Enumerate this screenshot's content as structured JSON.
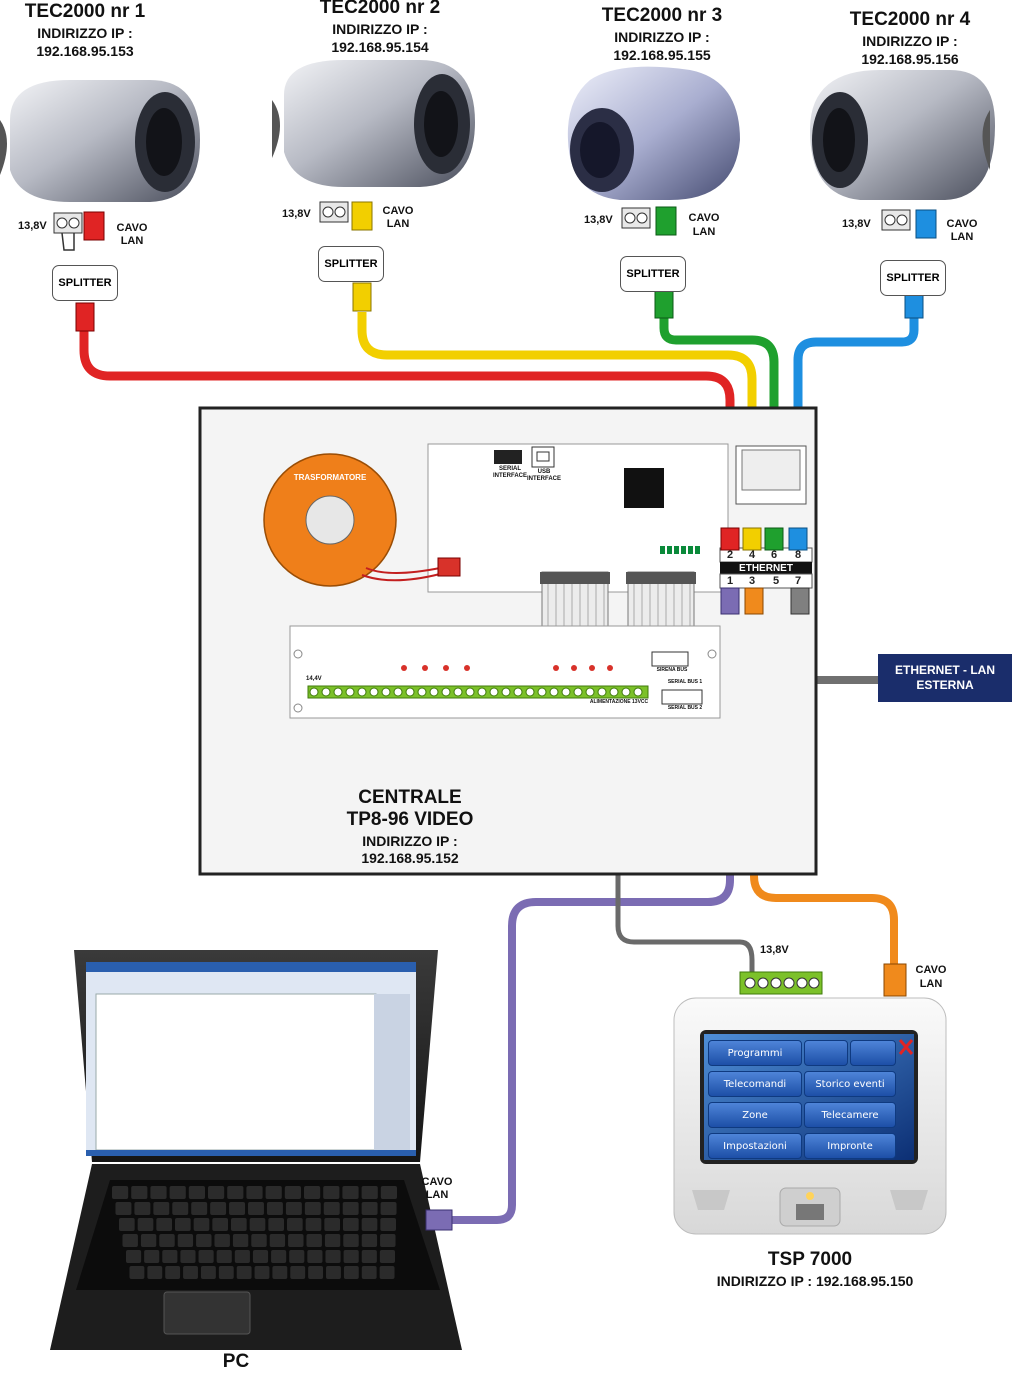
{
  "cameras": [
    {
      "title": "TEC2000 nr 1",
      "ip_label": "INDIRIZZO IP :",
      "ip": "192.168.95.153",
      "cable_color": "#e02424"
    },
    {
      "title": "TEC2000 nr 2",
      "ip_label": "INDIRIZZO IP :",
      "ip": "192.168.95.154",
      "cable_color": "#f2cf00"
    },
    {
      "title": "TEC2000 nr 3",
      "ip_label": "INDIRIZZO IP :",
      "ip": "192.168.95.155",
      "cable_color": "#1fa02e"
    },
    {
      "title": "TEC2000 nr 4",
      "ip_label": "INDIRIZZO IP :",
      "ip": "192.168.95.156",
      "cable_color": "#1e8fe0"
    }
  ],
  "voltage": "13,8V",
  "cable_lan": {
    "line1": "CAVO",
    "line2": "LAN"
  },
  "splitter_label": "SPLITTER",
  "panel": {
    "transformer": "TRASFORMATORE",
    "serial_interface": "SERIAL\nINTERFACE",
    "usb_interface": "USB\nINTERFACE",
    "ethernet": "ETHERNET",
    "ports_top": [
      "2",
      "4",
      "6",
      "8"
    ],
    "ports_bottom": [
      "1",
      "3",
      "5",
      "7"
    ],
    "title": "CENTRALE",
    "model": "TP8-96 VIDEO",
    "ip_label": "INDIRIZZO IP :",
    "ip": "192.168.95.152",
    "board_labels": [
      "14,4V",
      "SIRENA BUS",
      "SERIAL BUS 1",
      "SERIAL BUS 2",
      "ALIMENTAZIONE 13VCC"
    ]
  },
  "external_lan": {
    "line1": "ETHERNET - LAN",
    "line2": "ESTERNA"
  },
  "tsp": {
    "name": "TSP 7000",
    "ip_text": "INDIRIZZO IP : 192.168.95.150",
    "buttons": [
      "Programmi",
      "Telecomandi",
      "Storico eventi",
      "Zone",
      "Telecamere",
      "Impostazioni",
      "Impronte"
    ]
  },
  "pc": {
    "label": "PC"
  },
  "colors": {
    "red": "#e02424",
    "yellow": "#f2cf00",
    "green": "#1fa02e",
    "blue": "#1e8fe0",
    "purple": "#7b6cb3",
    "orange": "#f08a1c",
    "gray": "#707070",
    "navy": "#1a2d6b",
    "transformer": "#ef7f1a"
  }
}
